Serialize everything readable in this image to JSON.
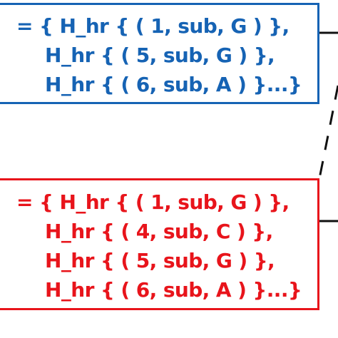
{
  "colors": {
    "blue": "#1663b4",
    "red": "#e8141b",
    "black": "#111111"
  },
  "blue_box": {
    "lines": [
      "= { H_hr { ( 1, sub, G ) },",
      "H_hr { ( 5, sub, G ) },",
      "H_hr { ( 6, sub, A ) }...}"
    ]
  },
  "red_box": {
    "lines": [
      "= { H_hr { ( 1, sub, G ) },",
      "H_hr { ( 4, sub, C ) },",
      "H_hr { ( 5, sub, G ) },",
      "H_hr { ( 6, sub, A ) }...}"
    ]
  }
}
